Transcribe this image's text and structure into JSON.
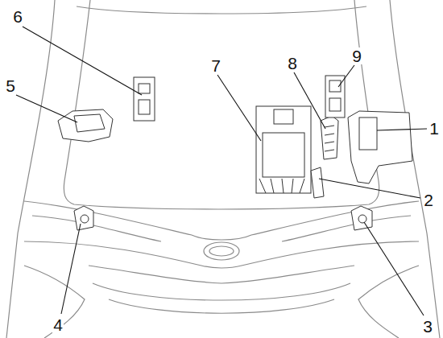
{
  "diagram": {
    "labels": [
      "6",
      "9",
      "8",
      "7",
      "5",
      "1",
      "2",
      "4",
      "3"
    ]
  }
}
